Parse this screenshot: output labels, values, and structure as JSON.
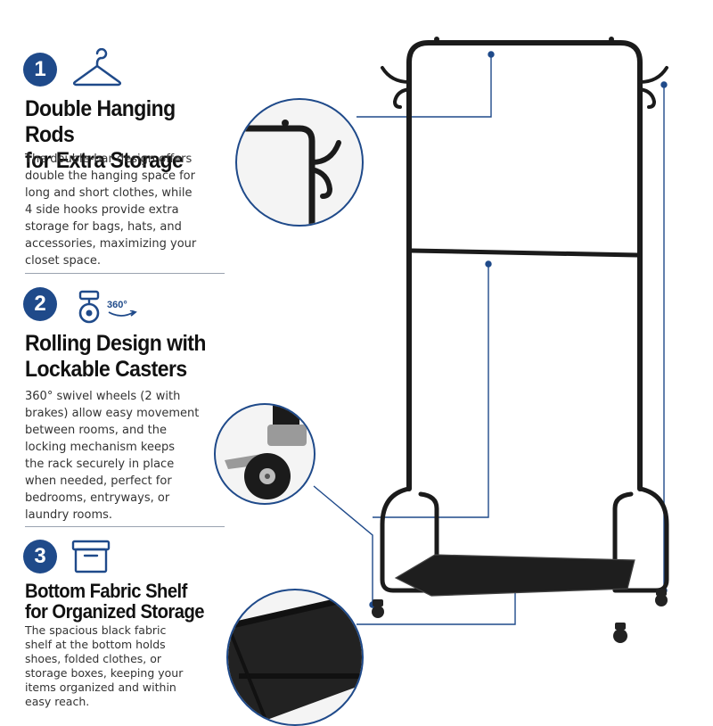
{
  "features": [
    {
      "number": "1",
      "icon": "hanger-icon",
      "title_line1": "Double Hanging Rods",
      "title_line2": "for Extra Storage",
      "description": [
        "The double-bar design offers",
        "double the hanging space for",
        "long and short clothes, while",
        "4 side hooks provide extra",
        "storage for bags, hats, and",
        "accessories, maximizing your",
        "closet space."
      ]
    },
    {
      "number": "2",
      "icon": "caster-wheel-icon",
      "icon_label": "360°",
      "title_line1": "Rolling Design with",
      "title_line2": "Lockable Casters",
      "description": [
        "360° swivel wheels (2 with",
        "brakes) allow easy movement",
        "between rooms, and the",
        "locking mechanism keeps",
        "the rack securely in place",
        "when needed, perfect for",
        "bedrooms, entryways, or",
        "laundry rooms."
      ]
    },
    {
      "number": "3",
      "icon": "storage-box-icon",
      "title_line1": "Bottom Fabric Shelf",
      "title_line2": "for Organized Storage",
      "description": [
        "The spacious black fabric",
        "shelf at the bottom holds",
        "shoes, folded clothes, or",
        "storage boxes, keeping your",
        "items organized and within",
        "easy reach."
      ]
    }
  ],
  "colors": {
    "accent": "#1f4a8a",
    "frame": "#1b1b1b",
    "divider": "#9aa3b0"
  }
}
